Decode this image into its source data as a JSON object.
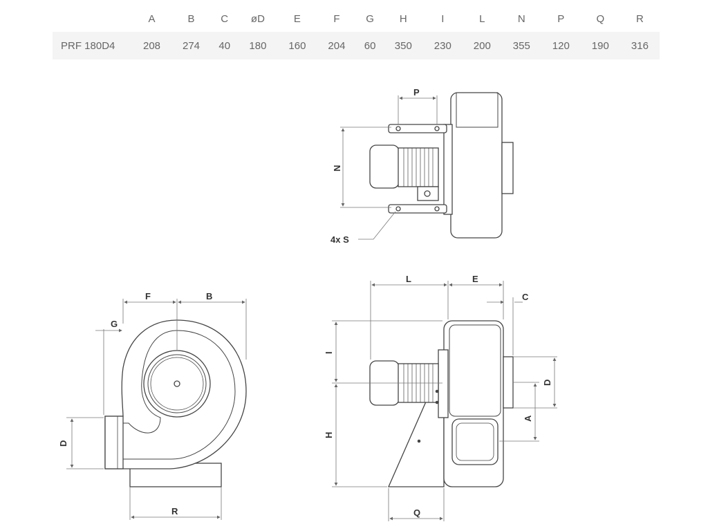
{
  "table": {
    "headers": [
      "",
      "A",
      "B",
      "C",
      "øD",
      "E",
      "F",
      "G",
      "H",
      "I",
      "L",
      "N",
      "P",
      "Q",
      "R"
    ],
    "rows": [
      [
        "PRF 180D4",
        "208",
        "274",
        "40",
        "180",
        "160",
        "204",
        "60",
        "350",
        "230",
        "200",
        "355",
        "120",
        "190",
        "316"
      ]
    ]
  },
  "labels": {
    "P": "P",
    "N": "N",
    "S": "4x S",
    "F": "F",
    "B": "B",
    "G": "G",
    "D_front": "D",
    "R": "R",
    "L": "L",
    "E": "E",
    "C": "C",
    "I": "I",
    "D_side": "D",
    "A": "A",
    "H": "H",
    "Q": "Q"
  },
  "colors": {
    "line": "#444444",
    "dim": "#777777",
    "fill": "#ffffff",
    "cell_bg": "#f4f4f4"
  }
}
